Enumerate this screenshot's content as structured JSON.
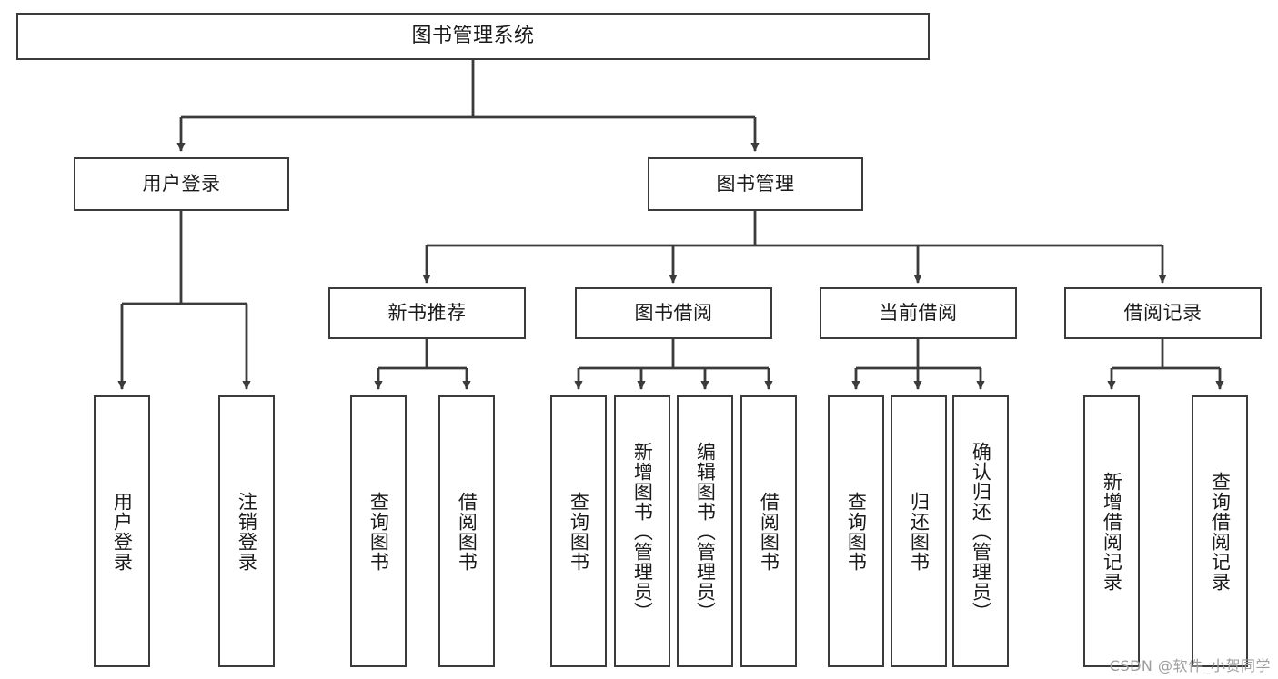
{
  "diagram": {
    "type": "tree-hierarchy",
    "title": "图书管理系统",
    "root": {
      "label": "图书管理系统"
    },
    "level1": [
      {
        "label": "用户登录"
      },
      {
        "label": "图书管理"
      }
    ],
    "level2": [
      {
        "label": "新书推荐"
      },
      {
        "label": "图书借阅"
      },
      {
        "label": "当前借阅"
      },
      {
        "label": "借阅记录"
      }
    ],
    "leaves": {
      "user_login": [
        {
          "label": "用户登录"
        },
        {
          "label": "注销登录"
        }
      ],
      "new_book_recommend": [
        {
          "label": "查询图书"
        },
        {
          "label": "借阅图书"
        }
      ],
      "book_borrow": [
        {
          "label": "查询图书"
        },
        {
          "label": "新增图书（管理员）"
        },
        {
          "label": "编辑图书（管理员）"
        },
        {
          "label": "借阅图书"
        }
      ],
      "current_borrow": [
        {
          "label": "查询图书"
        },
        {
          "label": "归还图书"
        },
        {
          "label": "确认归还（管理员）"
        }
      ],
      "borrow_record": [
        {
          "label": "新增借阅记录"
        },
        {
          "label": "查询借阅记录"
        }
      ]
    }
  },
  "watermark": {
    "text": "CSDN @软件_小贺同学"
  },
  "colors": {
    "box_border": "#3b3b3b",
    "box_fill": "#ffffff",
    "line": "#3b3b3b",
    "text": "#1a1a1a",
    "watermark": "#9e9e9e"
  }
}
